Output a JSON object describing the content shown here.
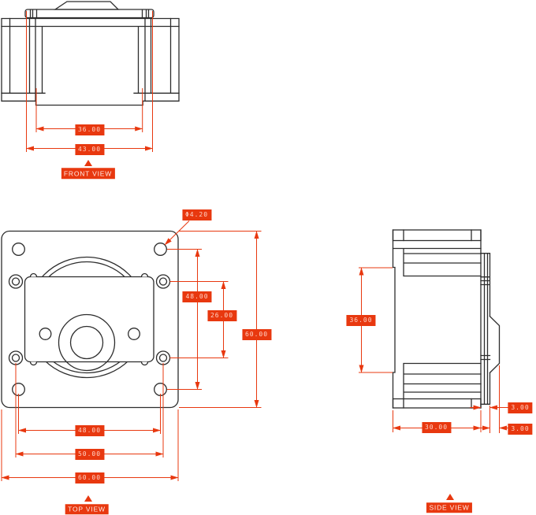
{
  "colors": {
    "accent": "#e8380f",
    "line": "#2d2d2d",
    "background": "#ffffff",
    "label_text": "#ffd2c5"
  },
  "views": {
    "front": {
      "label": "FRONT VIEW",
      "dim_inner_width": "36.00",
      "dim_outer_width": "43.00"
    },
    "top": {
      "label": "TOP VIEW",
      "dim_hole_diameter": "Φ4.20",
      "dim_corner_hole_spacing_vertical": "48.00",
      "dim_inner_hole_spacing_vertical": "26.00",
      "dim_overall_height": "60.00",
      "dim_corner_hole_spacing_horizontal": "48.00",
      "dim_inner_hole_spacing_horizontal": "50.00",
      "dim_overall_width": "60.00"
    },
    "side": {
      "label": "SIDE VIEW",
      "dim_face_height": "36.00",
      "dim_body_depth": "30.00",
      "dim_plate_thickness": "3.00",
      "dim_boss_depth": "3.00"
    }
  }
}
